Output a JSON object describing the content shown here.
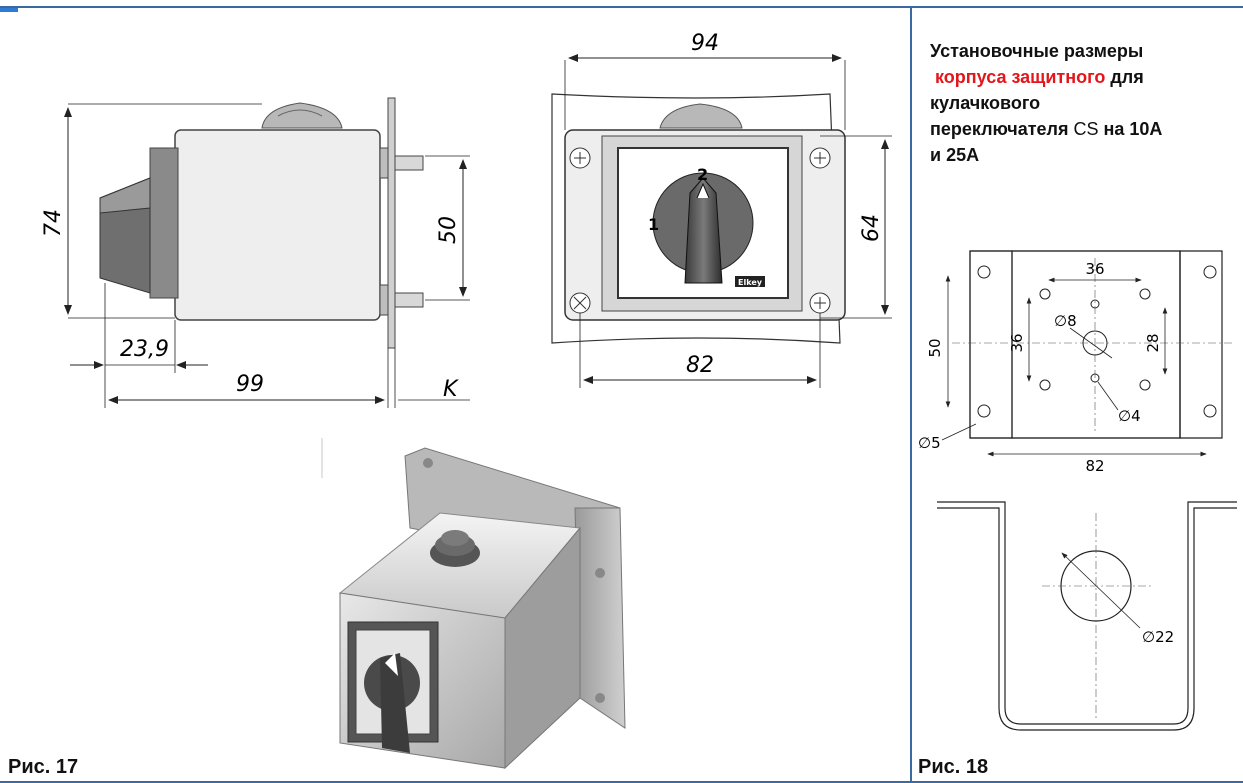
{
  "figures": {
    "fig17": {
      "caption": "Рис. 17",
      "side_view": {
        "dim_height": "74",
        "dim_mount": "50",
        "dim_front": "23,9",
        "dim_depth": "99",
        "dim_k": "K"
      },
      "front_view": {
        "dim_width_top": "94",
        "dim_width_bottom": "82",
        "dim_height": "64",
        "switch_pos_1": "1",
        "switch_pos_2": "2",
        "brand": "Elkey"
      }
    },
    "fig18": {
      "caption": "Рис. 18",
      "title": {
        "line1": "Установочные размеры",
        "red": "корпуса защитного",
        "line2_after": " для",
        "line3": "кулачкового",
        "line4": "переключателя",
        "cs": "CS",
        "line4_after": "на 10А",
        "line5": "и 25А"
      },
      "plate": {
        "dim_36_top": "36",
        "dim_50": "50",
        "dim_36_left": "36",
        "dim_28": "28",
        "dim_d8": "∅8",
        "dim_d4": "∅4",
        "dim_d5": "∅5",
        "dim_82": "82"
      },
      "bracket": {
        "dim_d22": "∅22"
      }
    }
  },
  "colors": {
    "frame": "#3b6aa0",
    "accent_red": "#e3161b",
    "corner": "#2e7bd6"
  }
}
